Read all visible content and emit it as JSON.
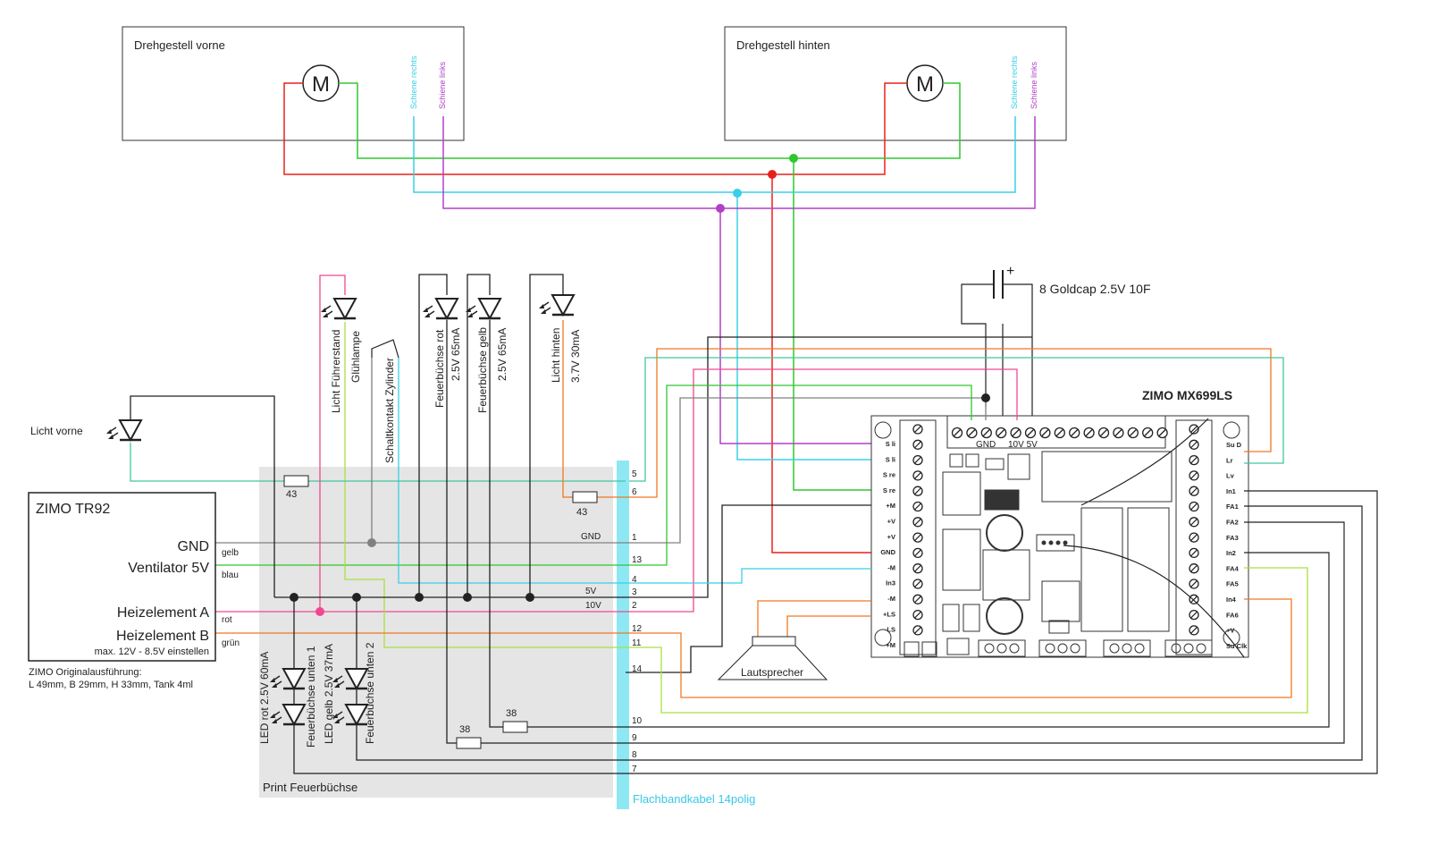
{
  "boxes": {
    "bogie_front": "Drehgestell vorne",
    "bogie_rear": "Drehgestell hinten",
    "motor_symbol": "M",
    "rail_right": "Schiene rechts",
    "rail_left": "Schiene links"
  },
  "capacitor_label": "8 Goldcap 2.5V 10F",
  "decoder": {
    "title": "ZIMO MX699LS",
    "gnd_label": "GND",
    "v_label": "10V 5V",
    "left_pins": [
      "S li",
      "S li",
      "S re",
      "S re",
      "+M",
      "+V",
      "+V",
      "GND",
      "-M",
      "In3",
      "-M",
      "+LS",
      "-LS",
      "+M"
    ],
    "right_pins": [
      "Su D",
      "Lr",
      "Lv",
      "In1",
      "FA1",
      "FA2",
      "FA3",
      "In2",
      "FA4",
      "FA5",
      "In4",
      "FA6",
      "+V",
      "Su Clk"
    ]
  },
  "tr92": {
    "title": "ZIMO TR92",
    "gnd": "GND",
    "fan": "Ventilator 5V",
    "heat_a": "Heizelement A",
    "heat_b": "Heizelement B",
    "note": "max. 12V - 8.5V einstellen",
    "wire_gelb": "gelb",
    "wire_blau": "blau",
    "wire_rot": "rot",
    "wire_gruen": "grün",
    "orig_line1": "ZIMO Originalausführung:",
    "orig_line2": "L 49mm, B 29mm, H 33mm, Tank 4ml"
  },
  "components": {
    "licht_vorne": "Licht vorne",
    "licht_fuehrerstand": "Licht Führerstand",
    "gluehlampe": "Glühlampe",
    "schaltkontakt": "Schaltkontakt Zylinder",
    "feuer_rot_1": "Feuerbüchse rot",
    "feuer_rot_2": "2.5V 65mA",
    "feuer_gelb_1": "Feuerbüchse gelb",
    "feuer_gelb_2": "2.5V 65mA",
    "licht_hinten_1": "Licht hinten",
    "licht_hinten_2": "3.7V 30mA",
    "led_rot": "LED rot 2.5V 60mA",
    "unten1_a": "Feuerbüchse unten 1",
    "unten1_b": "LED gelb 2.5V 37mA",
    "unten2": "Feuerbüchse unten 2",
    "lautsprecher": "Lautsprecher",
    "r43a": "43",
    "r43b": "43",
    "r38a": "38",
    "r38b": "38"
  },
  "labels": {
    "print": "Print Feuerbüchse",
    "flat_cable": "Flachbandkabel 14polig",
    "gnd_text": "GND",
    "v5": "5V",
    "v10": "10V"
  },
  "cable_pins": [
    "5",
    "6",
    "1",
    "13",
    "4",
    "3",
    "2",
    "12",
    "11",
    "14",
    "10",
    "9",
    "8",
    "7"
  ],
  "colors": {
    "red": "#e8201c",
    "green": "#2ec82e",
    "cyan": "#38d0e8",
    "purple": "#b040c8",
    "orange": "#f07820",
    "pink": "#f04890",
    "lime": "#a8e040",
    "gray": "#808080",
    "cable": "#8ee8f4"
  }
}
